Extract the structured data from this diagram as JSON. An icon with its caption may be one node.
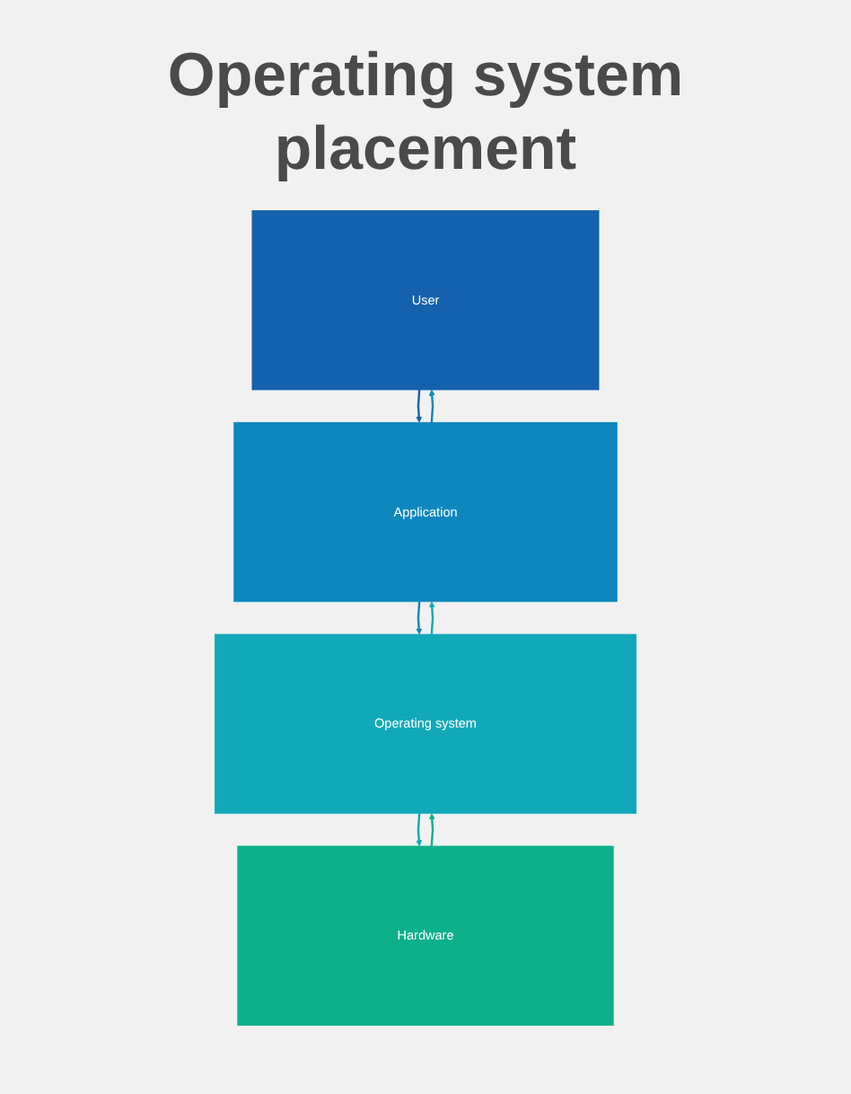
{
  "diagram": {
    "title": "Operating system placement",
    "nodes": [
      {
        "text": [
          "User"
        ]
      },
      {
        "text": [
          "Application"
        ]
      },
      {
        "text": [
          "Operating system"
        ]
      },
      {
        "text": [
          "Hardware"
        ]
      }
    ],
    "edges": [
      {
        "from": 0,
        "to": 1,
        "arrow": "to",
        "color": "#1461ad"
      },
      {
        "from": 1,
        "to": 0,
        "arrow": "to",
        "color": "#0d87bd"
      },
      {
        "from": 1,
        "to": 2,
        "arrow": "to",
        "color": "#0d87bd"
      },
      {
        "from": 2,
        "to": 1,
        "arrow": "to",
        "color": "#11a9b9"
      },
      {
        "from": 2,
        "to": 3,
        "arrow": "to",
        "color": "#11a9b9"
      },
      {
        "from": 3,
        "to": 2,
        "arrow": "to",
        "color": "#0db08b"
      }
    ]
  }
}
